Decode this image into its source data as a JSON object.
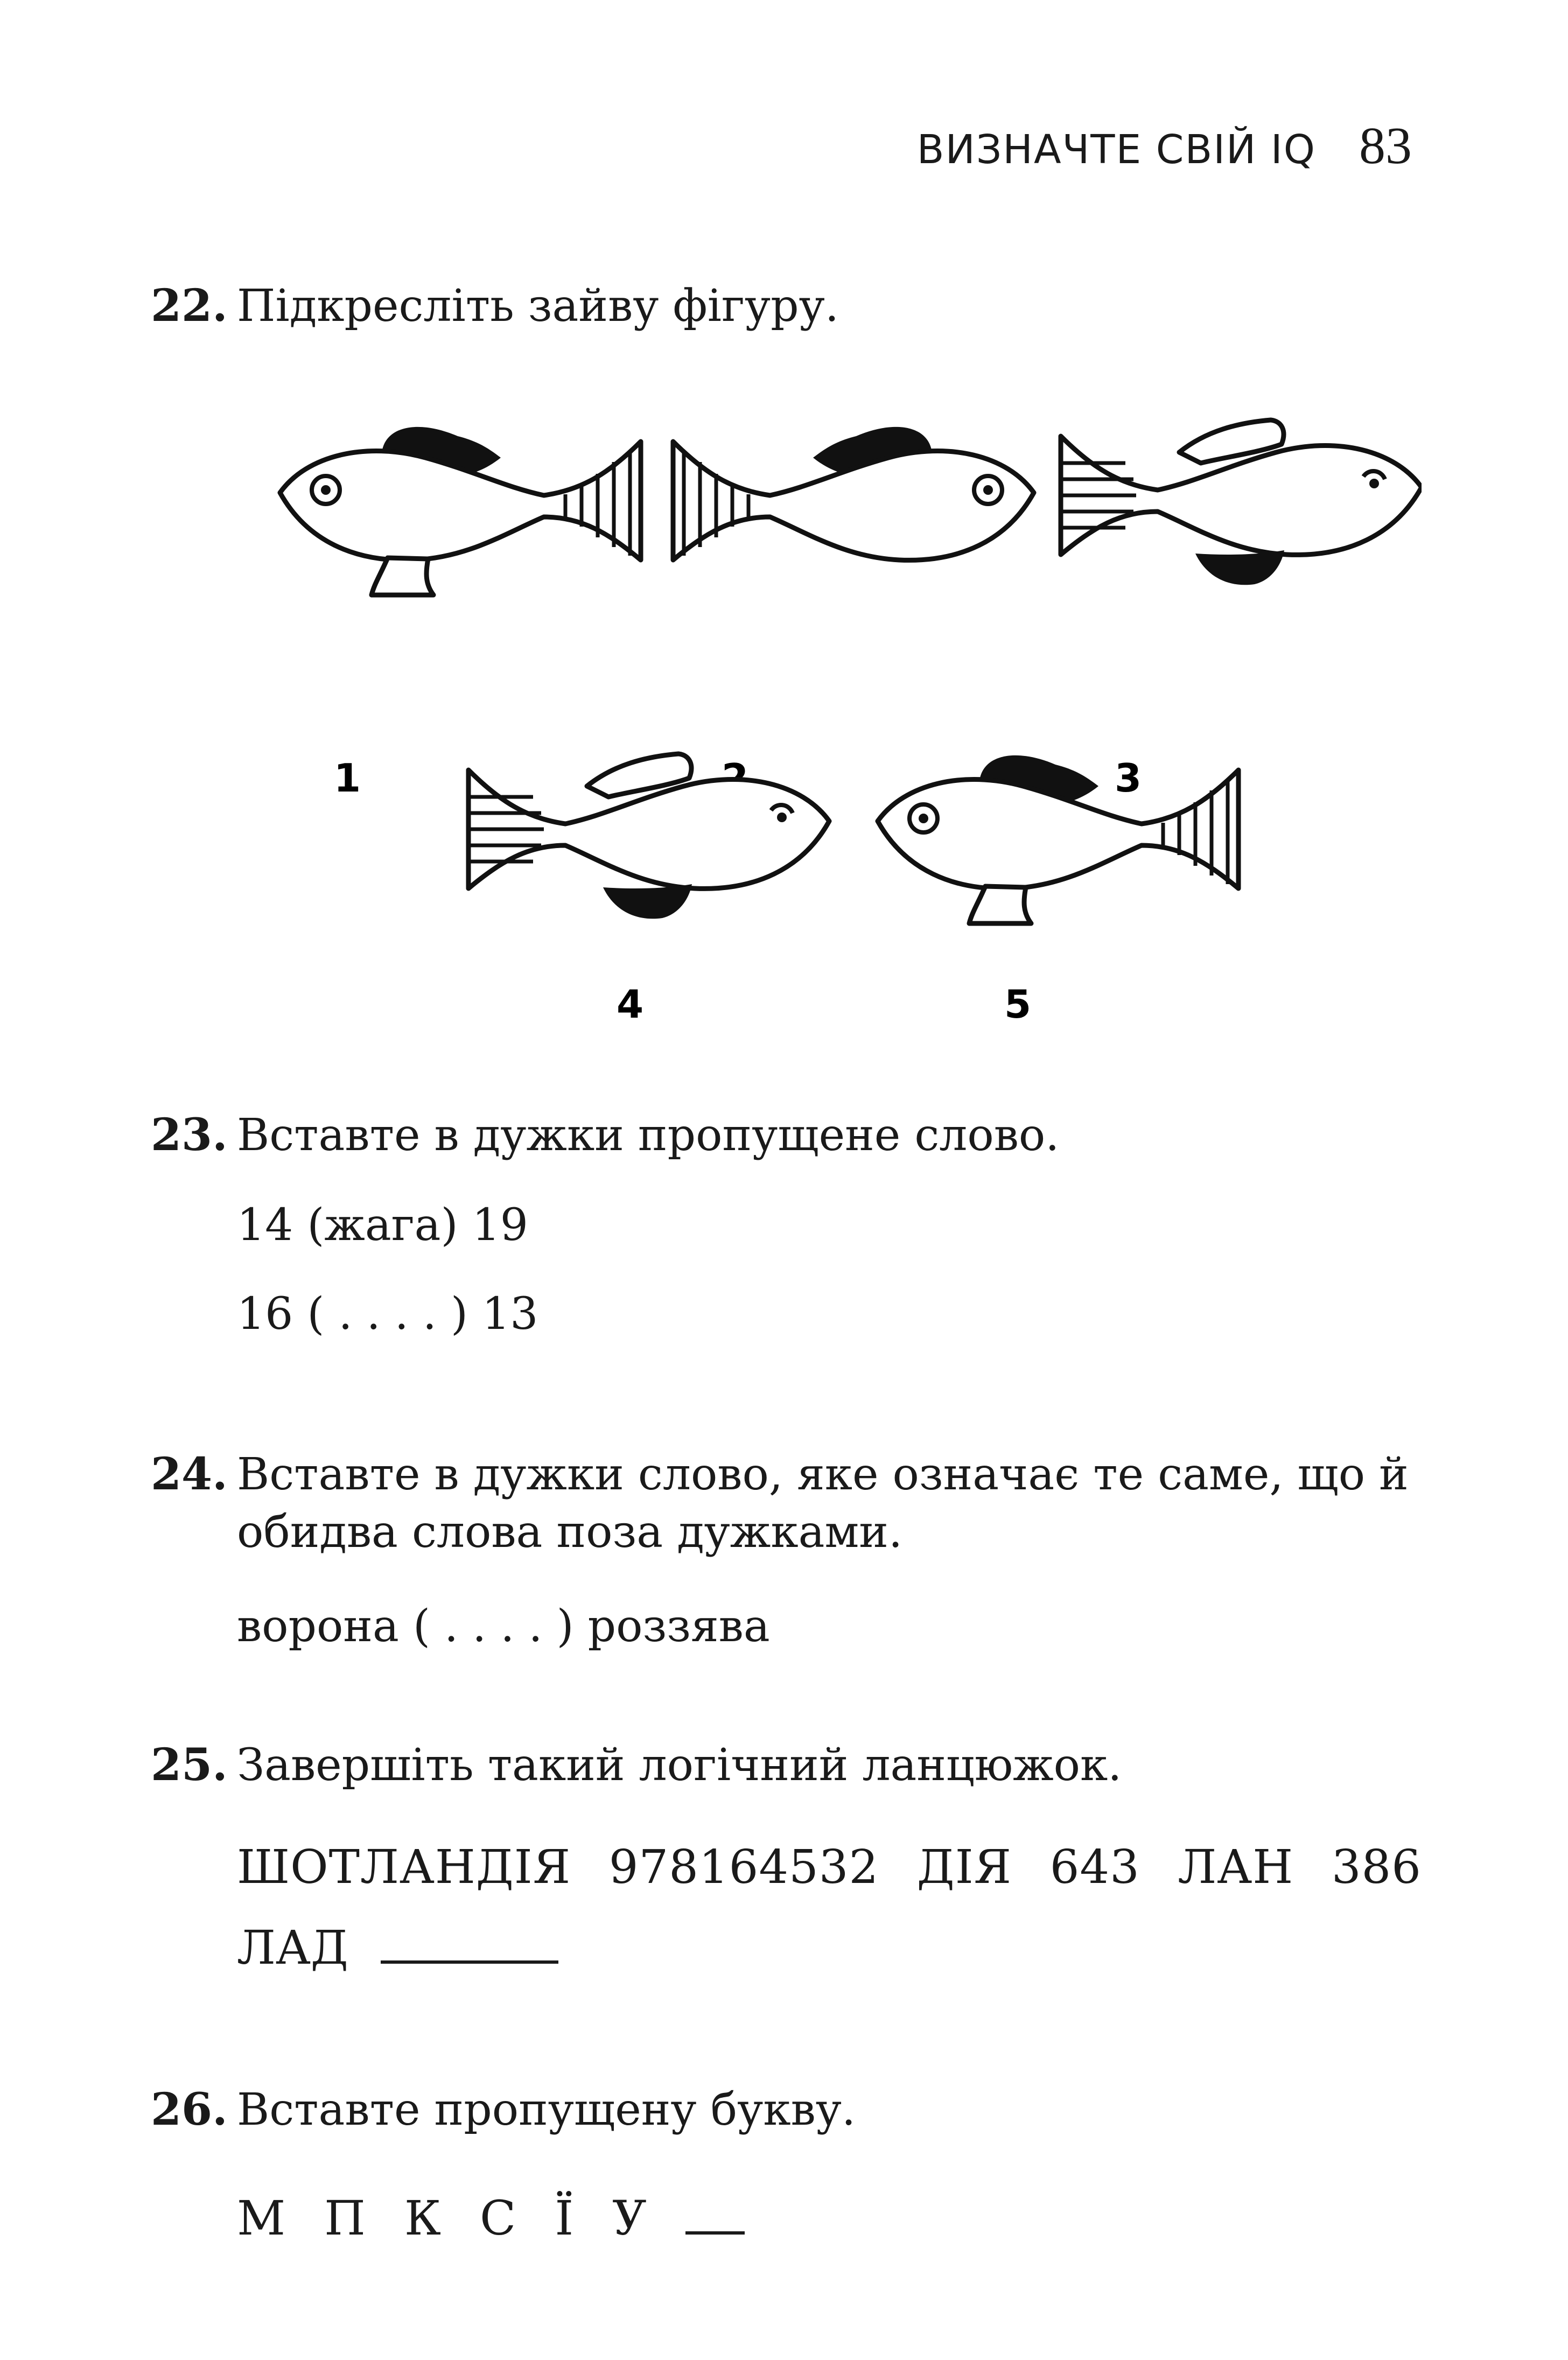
{
  "header": {
    "running_title": "ВИЗНАЧТЕ СВІЙ IQ",
    "page_number": "83"
  },
  "q22": {
    "number": "22.",
    "text": "Підкресліть зайву фігуру.",
    "fish_labels": [
      "1",
      "2",
      "3",
      "4",
      "5"
    ]
  },
  "q23": {
    "number": "23.",
    "text": "Вставте в дужки пропущене слово.",
    "line1": "14 (жага) 19",
    "line2": "16 ( . . . . ) 13"
  },
  "q24": {
    "number": "24.",
    "text_line1": "Вставте в дужки слово, яке означає те саме, що й",
    "text_line2": "обидва слова поза дужками.",
    "line1": "ворона ( . . . . ) роззява"
  },
  "q25": {
    "number": "25.",
    "text": "Завершіть такий логічний ланцюжок.",
    "chain": [
      "ШОТЛАНДІЯ",
      "978164532",
      "ДІЯ",
      "643",
      "ЛАН",
      "386"
    ],
    "last": "ЛАД"
  },
  "q26": {
    "number": "26.",
    "text": "Вставте пропущену букву.",
    "letters": [
      "М",
      "П",
      "К",
      "С",
      "Ї",
      "У"
    ]
  }
}
